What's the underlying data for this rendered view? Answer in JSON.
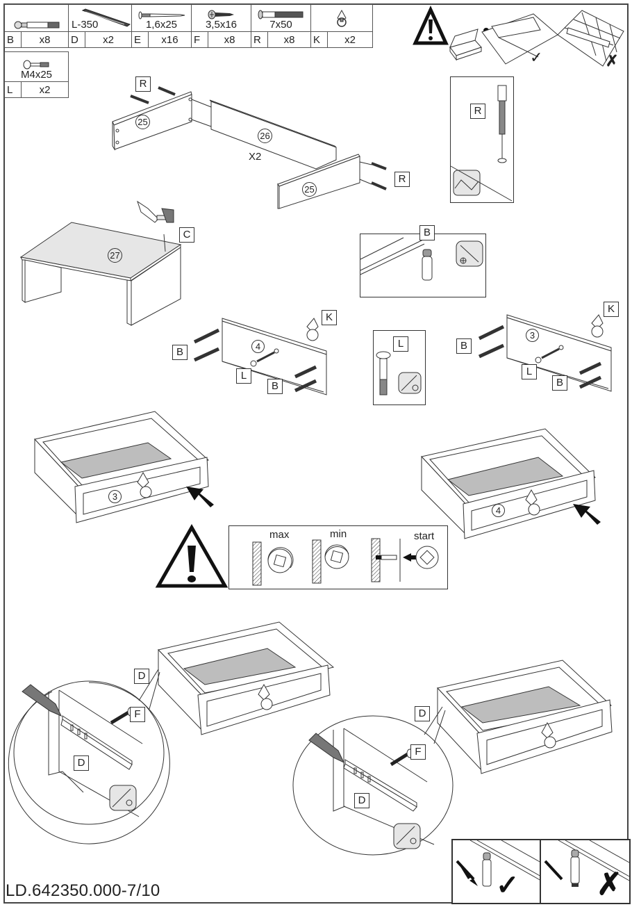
{
  "document": {
    "type": "assembly-instructions",
    "page_code": "LD.642350.000-7/10"
  },
  "parts_table": {
    "row1": [
      {
        "letter": "B",
        "size": "",
        "qty": "x8",
        "icon": "dowel-connector-icon"
      },
      {
        "letter": "D",
        "size": "L-350",
        "qty": "x2",
        "icon": "drawer-runner-icon"
      },
      {
        "letter": "E",
        "size": "1,6x25",
        "qty": "x16",
        "icon": "nail-icon"
      },
      {
        "letter": "F",
        "size": "3,5x16",
        "qty": "x8",
        "icon": "wood-screw-icon"
      },
      {
        "letter": "R",
        "size": "7x50",
        "qty": "x8",
        "icon": "confirmat-screw-icon"
      },
      {
        "letter": "K",
        "size": "",
        "qty": "x2",
        "icon": "ring-handle-icon"
      }
    ],
    "row2": [
      {
        "letter": "L",
        "size": "M4x25",
        "qty": "x2",
        "icon": "bolt-icon"
      }
    ]
  },
  "warnings": {
    "floor_protection": {
      "ok_mark": "✓",
      "bad_mark": "✗"
    },
    "cam_adjust": {
      "labels": [
        "max",
        "min",
        "start"
      ]
    },
    "dowel_depth": {
      "ok_mark": "✓",
      "bad_mark": "✗"
    }
  },
  "steps": {
    "frame": {
      "panel_side": "25",
      "panel_back": "26",
      "multiplier": "X2",
      "fastener": "R"
    },
    "screw_detail": {
      "fastener": "R"
    },
    "top_nailing": {
      "panel": "27",
      "fastener": "C"
    },
    "dowel_detail": {
      "fastener": "B"
    },
    "front_4": {
      "panel": "4",
      "dowel": "B",
      "bolt": "L",
      "handle": "K"
    },
    "bolt_detail": {
      "fastener": "L"
    },
    "front_3": {
      "panel": "3",
      "dowel": "B",
      "bolt": "L",
      "handle": "K"
    },
    "drawer_3": {
      "panel": "3"
    },
    "drawer_4": {
      "panel": "4"
    },
    "runner_left": {
      "runner": "D",
      "screw": "F",
      "runner_zoom": "D"
    },
    "runner_right": {
      "runner": "D",
      "screw": "F",
      "runner_zoom": "D"
    }
  }
}
